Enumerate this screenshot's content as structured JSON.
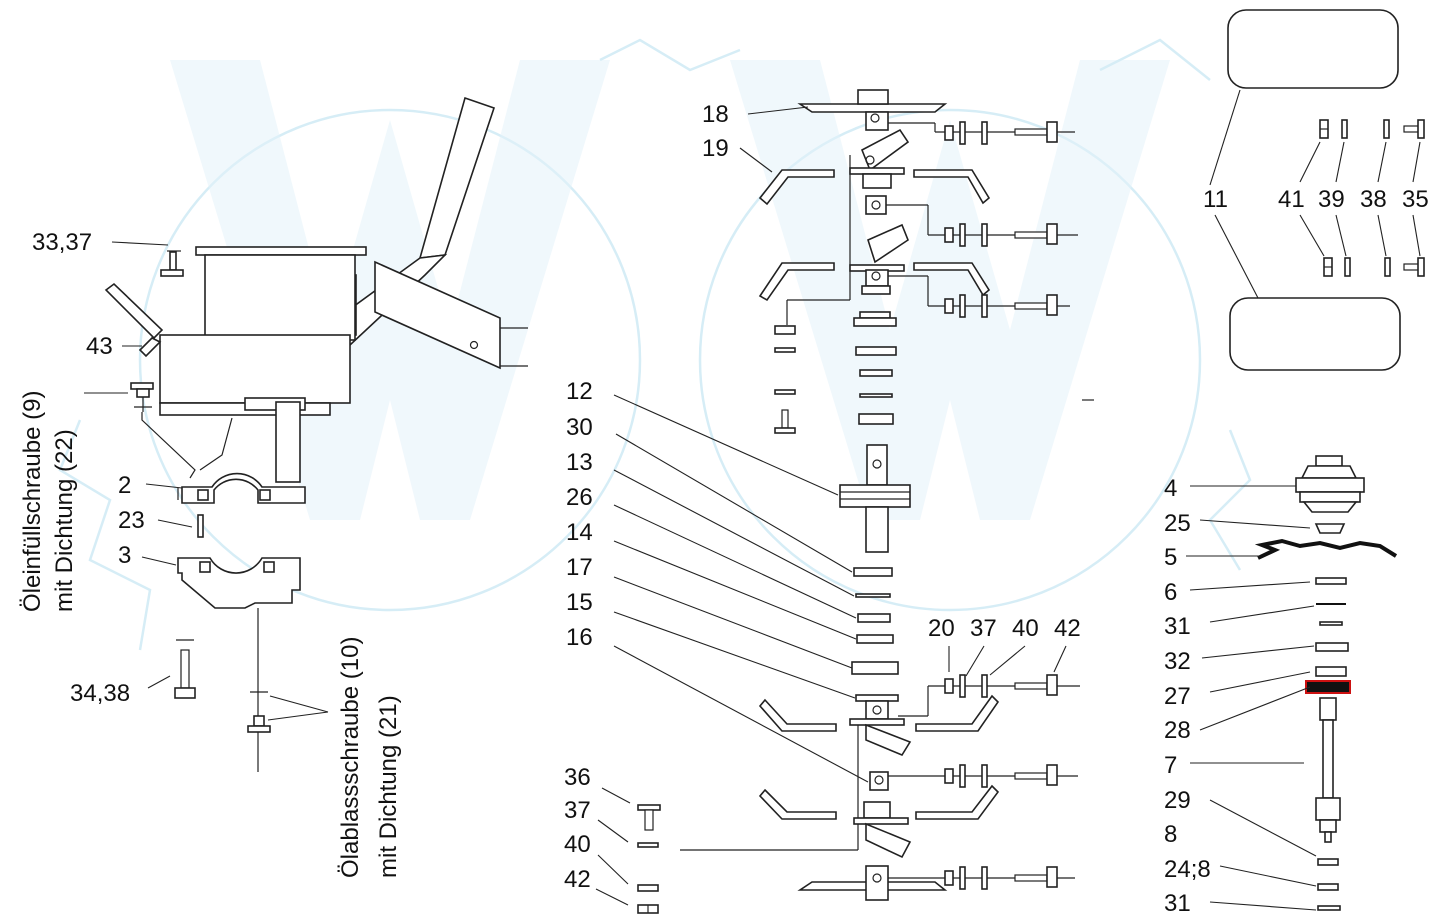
{
  "colors": {
    "line": "#222222",
    "watermark": "#d6edf6",
    "highlight_stroke": "#cc1111",
    "highlight_fill": "#111111"
  },
  "labels": {
    "l18": "18",
    "l19": "19",
    "l33_37": "33,37",
    "l43": "43",
    "l2": "2",
    "l23": "23",
    "l3": "3",
    "l34_38": "34,38",
    "l12": "12",
    "l30": "30",
    "l13": "13",
    "l26": "26",
    "l14": "14",
    "l17": "17",
    "l15": "15",
    "l16": "16",
    "l36": "36",
    "l37b": "37",
    "l40b": "40",
    "l42b": "42",
    "l20": "20",
    "l37": "37",
    "l40": "40",
    "l42": "42",
    "l11": "11",
    "l41": "41",
    "l39": "39",
    "l38": "38",
    "l35": "35",
    "l4": "4",
    "l25": "25",
    "l5": "5",
    "l6": "6",
    "l31": "31",
    "l32": "32",
    "l27": "27",
    "l28": "28",
    "l7": "7",
    "l29": "29",
    "l8": "8",
    "l24_8": "24;8",
    "l31b": "31"
  },
  "vertical_notes": {
    "oil_fill_1": "Öleinfüllschraube (9)",
    "oil_fill_2": "mit Dichtung (22)",
    "oil_drain_1": "Ölablassschraube (10)",
    "oil_drain_2": "mit Dichtung (21)"
  },
  "icons": {
    "watermark": "gear-w-logo-watermark"
  }
}
